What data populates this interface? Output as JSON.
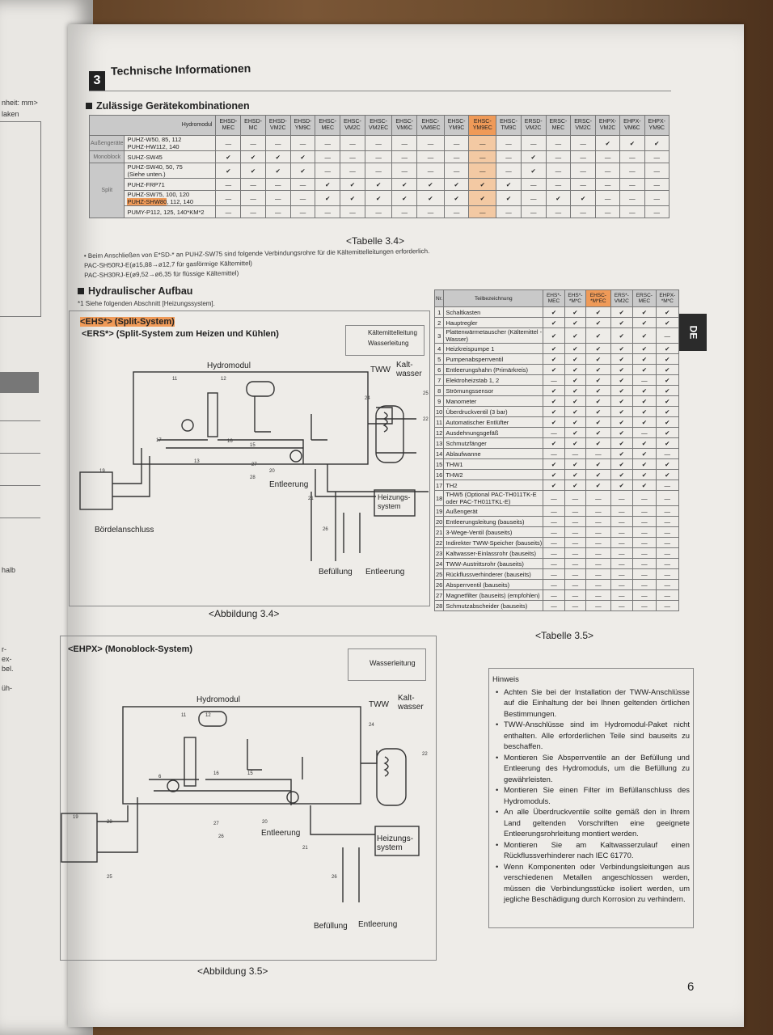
{
  "left_page": {
    "fragments": [
      "nheit: mm>",
      "laken",
      "halb",
      "r-",
      "ex-",
      "bel.",
      "üh-"
    ]
  },
  "header": {
    "chapter_number": "3",
    "title": "Technische Informationen"
  },
  "section1": {
    "title": "Zulässige Gerätekombinationen",
    "corner_label": "Hydromodul",
    "group_labels": [
      "Außengeräte",
      "Monoblock",
      "Split"
    ],
    "columns": [
      "EHSD-MEC",
      "EHSD-MC",
      "EHSD-VM2C",
      "EHSD-YM9C",
      "EHSC-MEC",
      "EHSC-VM2C",
      "EHSC-VM2EC",
      "EHSC-VM6C",
      "EHSC-VM6EC",
      "EHSC-YM9C",
      "EHSC-YM9EC",
      "EHSC-TM9C",
      "ERSD-VM2C",
      "ERSC-MEC",
      "ERSC-VM2C",
      "EHPX-VM2C",
      "EHPX-VM6C",
      "EHPX-YM9C"
    ],
    "rows": [
      {
        "label": "PUHZ-W50, 85, 112\nPUHZ-HW112, 140",
        "cells": [
          "—",
          "—",
          "—",
          "—",
          "—",
          "—",
          "—",
          "—",
          "—",
          "—",
          "—",
          "—",
          "—",
          "—",
          "—",
          "✔",
          "✔",
          "✔"
        ]
      },
      {
        "label": "SUHZ-SW45",
        "cells": [
          "✔",
          "✔",
          "✔",
          "✔",
          "—",
          "—",
          "—",
          "—",
          "—",
          "—",
          "—",
          "—",
          "✔",
          "—",
          "—",
          "—",
          "—",
          "—"
        ]
      },
      {
        "label": "PUHZ-SW40, 50, 75\n(Siehe unten.)",
        "cells": [
          "✔",
          "✔",
          "✔",
          "✔",
          "—",
          "—",
          "—",
          "—",
          "—",
          "—",
          "—",
          "—",
          "✔",
          "—",
          "—",
          "—",
          "—",
          "—"
        ]
      },
      {
        "label": "PUHZ-FRP71",
        "cells": [
          "—",
          "—",
          "—",
          "—",
          "✔",
          "✔",
          "✔",
          "✔",
          "✔",
          "✔",
          "✔",
          "✔",
          "—",
          "—",
          "—",
          "—",
          "—",
          "—"
        ]
      },
      {
        "label": "PUHZ-SW75, 100, 120\nPUHZ-SHW80, 112, 140",
        "highlight": "PUHZ-SHW80",
        "cells": [
          "—",
          "—",
          "—",
          "—",
          "✔",
          "✔",
          "✔",
          "✔",
          "✔",
          "✔",
          "✔",
          "✔",
          "—",
          "✔",
          "✔",
          "—",
          "—",
          "—"
        ]
      },
      {
        "label": "PUMY-P112, 125, 140*KM*2",
        "cells": [
          "—",
          "—",
          "—",
          "—",
          "—",
          "—",
          "—",
          "—",
          "—",
          "—",
          "—",
          "—",
          "—",
          "—",
          "—",
          "—",
          "—",
          "—"
        ]
      }
    ],
    "caption": "<Tabelle 3.4>",
    "footnote_lines": [
      "• Beim Anschließen von E*SD-* an PUHZ-SW75 sind folgende Verbindungsrohre für die Kältemittelleitungen erforderlich.",
      "PAC-SH50RJ-E(ø15,88→ø12,7 für gasförmige Kältemittel)",
      "PAC-SH30RJ-E(ø9,52→ø6,35 für flüssige Kältemittel)"
    ]
  },
  "section2": {
    "title": "Hydraulischer Aufbau",
    "subnote": "*1 Siehe folgenden Abschnitt [Heizungssystem].",
    "diagram1": {
      "tag1": "<EHS*> (Split-System)",
      "tag2": "<ERS*> (Split-System zum Heizen und Kühlen)",
      "legend1": "Kältemittelleitung",
      "legend2": "Wasserleitung",
      "hydromodul": "Hydromodul",
      "tww": "TWW",
      "kaltwasser": "Kalt-\nwasser",
      "entleerung": "Entleerung",
      "heizung": "Heizungs-\nsystem",
      "bordel": "Bördelanschluss",
      "befuellung": "Befüllung",
      "entleerung2": "Entleerung",
      "caption": "<Abbildung 3.4>"
    },
    "diagram2": {
      "tag": "<EHPX> (Monoblock-System)",
      "legend": "Wasserleitung",
      "hydromodul": "Hydromodul",
      "tww": "TWW",
      "kaltwasser": "Kalt-\nwasser",
      "entleerung": "Entleerung",
      "heizung": "Heizungs-\nsystem",
      "befuellung": "Befüllung",
      "entleerung2": "Entleerung",
      "caption": "<Abbildung 3.5>"
    }
  },
  "table35": {
    "headers": [
      "Nr.",
      "Teilbezeichnung",
      "EHS*-MEC",
      "EHS*-*M*C",
      "EHSC-*M*EC",
      "ERS*-VM2C",
      "ERSC-MEC",
      "EHPX-*M*C"
    ],
    "rows": [
      [
        "1",
        "Schaltkasten",
        "✔",
        "✔",
        "✔",
        "✔",
        "✔",
        "✔"
      ],
      [
        "2",
        "Hauptregler",
        "✔",
        "✔",
        "✔",
        "✔",
        "✔",
        "✔"
      ],
      [
        "3",
        "Plattenwärmetauscher (Kältemittel - Wasser)",
        "✔",
        "✔",
        "✔",
        "✔",
        "✔",
        "—"
      ],
      [
        "4",
        "Heizkreispumpe 1",
        "✔",
        "✔",
        "✔",
        "✔",
        "✔",
        "✔"
      ],
      [
        "5",
        "Pumpenabsperrventil",
        "✔",
        "✔",
        "✔",
        "✔",
        "✔",
        "✔"
      ],
      [
        "6",
        "Entleerungshahn (Primärkreis)",
        "✔",
        "✔",
        "✔",
        "✔",
        "✔",
        "✔"
      ],
      [
        "7",
        "Elektroheizstab 1, 2",
        "—",
        "✔",
        "✔",
        "✔",
        "—",
        "✔"
      ],
      [
        "8",
        "Strömungssensor",
        "✔",
        "✔",
        "✔",
        "✔",
        "✔",
        "✔"
      ],
      [
        "9",
        "Manometer",
        "✔",
        "✔",
        "✔",
        "✔",
        "✔",
        "✔"
      ],
      [
        "10",
        "Überdruckventil (3 bar)",
        "✔",
        "✔",
        "✔",
        "✔",
        "✔",
        "✔"
      ],
      [
        "11",
        "Automatischer Entlüfter",
        "✔",
        "✔",
        "✔",
        "✔",
        "✔",
        "✔"
      ],
      [
        "12",
        "Ausdehnungsgefäß",
        "—",
        "✔",
        "✔",
        "✔",
        "—",
        "✔"
      ],
      [
        "13",
        "Schmutzfänger",
        "✔",
        "✔",
        "✔",
        "✔",
        "✔",
        "✔"
      ],
      [
        "14",
        "Ablaufwanne",
        "—",
        "—",
        "—",
        "✔",
        "✔",
        "—"
      ],
      [
        "15",
        "THW1",
        "✔",
        "✔",
        "✔",
        "✔",
        "✔",
        "✔"
      ],
      [
        "16",
        "THW2",
        "✔",
        "✔",
        "✔",
        "✔",
        "✔",
        "✔"
      ],
      [
        "17",
        "TH2",
        "✔",
        "✔",
        "✔",
        "✔",
        "✔",
        "—"
      ],
      [
        "18",
        "THW5 (Optional PAC-TH011TK-E oder PAC-TH011TKL-E)",
        "—",
        "—",
        "—",
        "—",
        "—",
        "—"
      ],
      [
        "19",
        "Außengerät",
        "—",
        "—",
        "—",
        "—",
        "—",
        "—"
      ],
      [
        "20",
        "Entleerungsleitung (bauseits)",
        "—",
        "—",
        "—",
        "—",
        "—",
        "—"
      ],
      [
        "21",
        "3-Wege-Ventil (bauseits)",
        "—",
        "—",
        "—",
        "—",
        "—",
        "—"
      ],
      [
        "22",
        "Indirekter TWW-Speicher (bauseits)",
        "—",
        "—",
        "—",
        "—",
        "—",
        "—"
      ],
      [
        "23",
        "Kaltwasser-Einlassrohr (bauseits)",
        "—",
        "—",
        "—",
        "—",
        "—",
        "—"
      ],
      [
        "24",
        "TWW-Austrittsrohr (bauseits)",
        "—",
        "—",
        "—",
        "—",
        "—",
        "—"
      ],
      [
        "25",
        "Rückflussverhinderer (bauseits)",
        "—",
        "—",
        "—",
        "—",
        "—",
        "—"
      ],
      [
        "26",
        "Absperrventil (bauseits)",
        "—",
        "—",
        "—",
        "—",
        "—",
        "—"
      ],
      [
        "27",
        "Magnetfilter (bauseits) (empfohlen)",
        "—",
        "—",
        "—",
        "—",
        "—",
        "—"
      ],
      [
        "28",
        "Schmutzabscheider (bauseits)",
        "—",
        "—",
        "—",
        "—",
        "—",
        "—"
      ]
    ],
    "caption": "<Tabelle 3.5>"
  },
  "hinweis": {
    "title": "Hinweis",
    "items": [
      "Achten Sie bei der Installation der TWW-Anschlüsse auf die Einhaltung der bei Ihnen geltenden örtlichen Bestimmungen.",
      "TWW-Anschlüsse sind im Hydromodul-Paket nicht enthalten. Alle erforderlichen Teile sind bauseits zu beschaffen.",
      "Montieren Sie Absperrventile an der Befüllung und Entleerung des Hydromoduls, um die Befüllung zu gewährleisten.",
      "Montieren Sie einen Filter im Befüllanschluss des Hydromoduls.",
      "An alle Überdruckventile sollte gemäß den in Ihrem Land geltenden Vorschriften eine geeignete Entleerungsrohrleitung montiert werden.",
      "Montieren Sie am Kaltwasserzulauf einen Rückflussverhinderer nach IEC 61770.",
      "Wenn Komponenten oder Verbindungsleitungen aus verschiedenen Metallen angeschlossen werden, müssen die Verbindungsstücke isoliert werden, um jegliche Beschädigung durch Korrosion zu verhindern."
    ]
  },
  "side_tab": "DE",
  "page_number": "6"
}
